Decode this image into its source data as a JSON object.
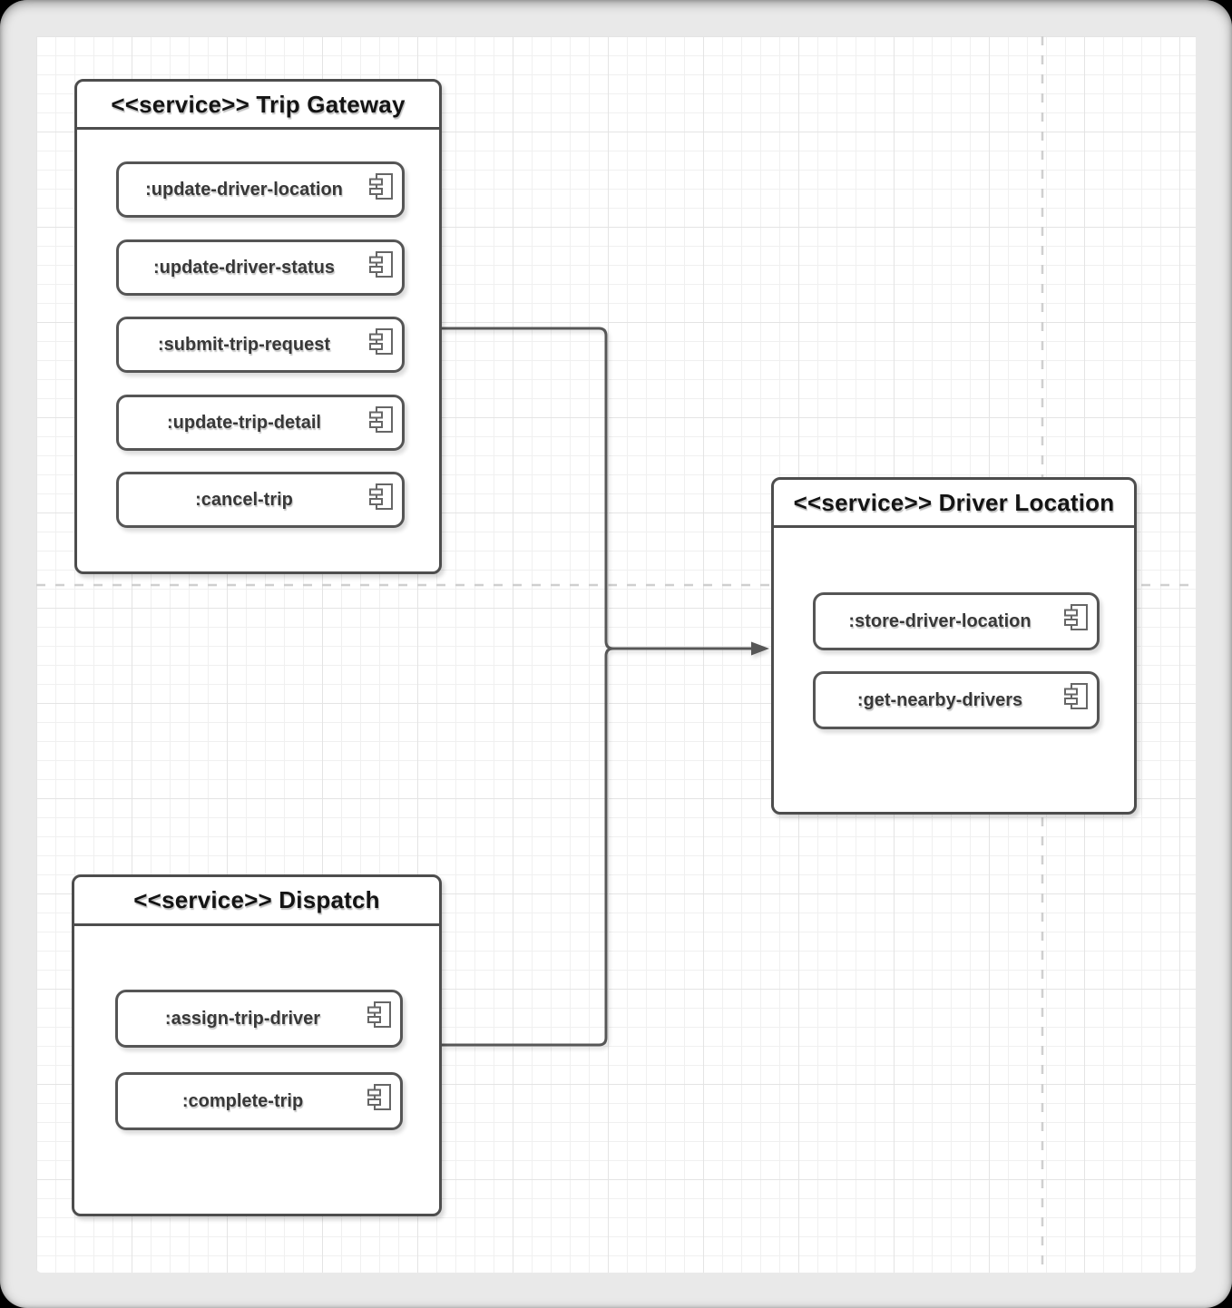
{
  "diagram": {
    "type": "uml-component-diagram",
    "services": [
      {
        "title": "<<service>> Trip Gateway",
        "components": [
          ":update-driver-location",
          ":update-driver-status",
          ":submit-trip-request",
          ":update-trip-detail",
          ":cancel-trip"
        ]
      },
      {
        "title": "<<service>> Driver Location",
        "components": [
          ":store-driver-location",
          ":get-nearby-drivers"
        ]
      },
      {
        "title": "<<service>> Dispatch",
        "components": [
          ":assign-trip-driver",
          ":complete-trip"
        ]
      }
    ],
    "connections": [
      {
        "from": ":submit-trip-request",
        "to": "<<service>> Driver Location",
        "arrow": "filled-triangle"
      },
      {
        "from": ":assign-trip-driver",
        "to": "<<service>> Driver Location",
        "arrow": "filled-triangle"
      }
    ],
    "icons": {
      "component_marker": "uml-component-icon"
    },
    "colors": {
      "shape_border": "#4d4d4d",
      "component_border": "#555555",
      "connector": "#575757",
      "title_text": "#141414",
      "label_text": "#383838",
      "icon_stroke": "#666666",
      "grid_minor": "#f0f0f0",
      "grid_major": "#e4e4e4",
      "page_break_dash": "#cfcfcf",
      "canvas_bg": "#ffffff",
      "frame_bg": "#e9e9e9",
      "outside_bg": "#000000"
    }
  }
}
